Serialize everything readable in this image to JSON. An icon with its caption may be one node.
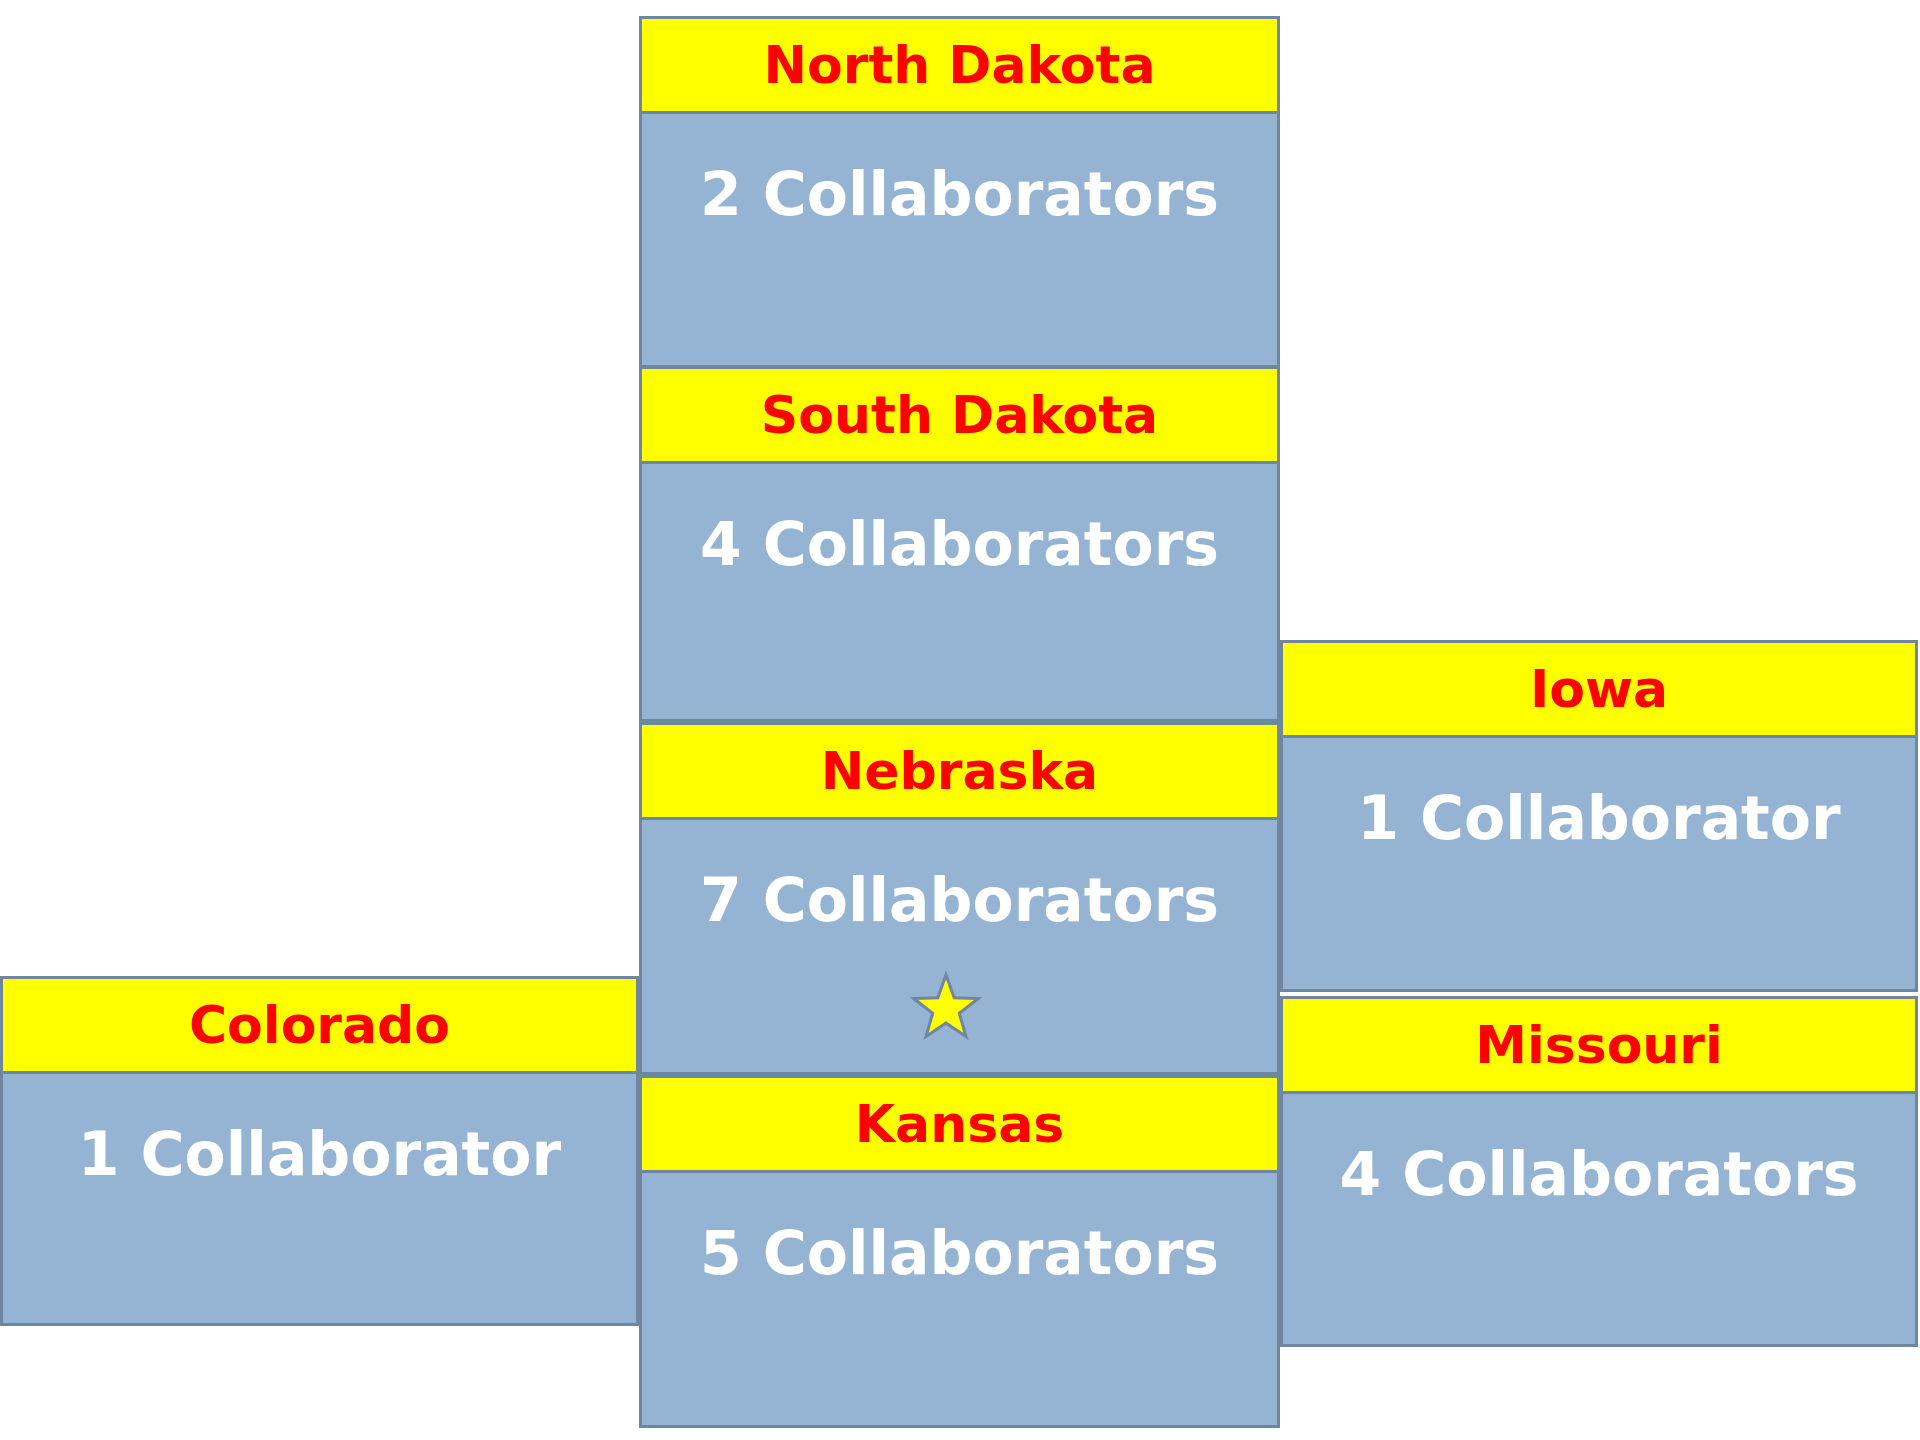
{
  "diagram": {
    "nodes": [
      {
        "text": [
          "North Dakota",
          "2 Collaborators"
        ]
      },
      {
        "text": [
          "South Dakota",
          "4 Collaborators"
        ]
      },
      {
        "text": [
          "Iowa",
          "1 Collaborator"
        ]
      },
      {
        "text": [
          "Nebraska",
          "7 Collaborators"
        ]
      },
      {
        "text": [
          "Colorado",
          "1 Collaborator"
        ]
      },
      {
        "text": [
          "Missouri",
          "4 Collaborators"
        ]
      },
      {
        "text": [
          "Kansas",
          "5 Collaborators"
        ]
      }
    ]
  }
}
